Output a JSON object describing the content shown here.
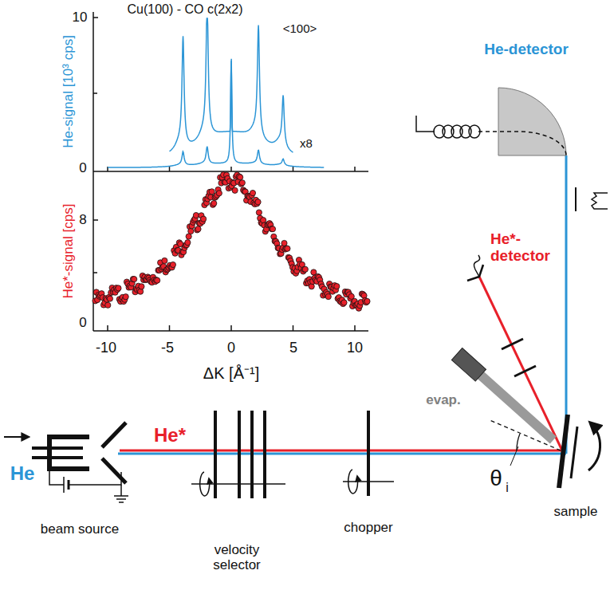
{
  "diagram": {
    "title": "Cu(100) - CO c(2x2)",
    "labels": [
      "<100>",
      "x8",
      "He-signal [10³ cps]",
      "10",
      "0",
      "He*-signal [cps]",
      "8",
      "0",
      "-10",
      "-5",
      "0",
      "5",
      "10",
      "ΔK [Å⁻¹]",
      "He-detector",
      "He*- detector",
      "He*",
      "He",
      "beam source",
      "velocity selector",
      "chopper",
      "evap.",
      "θ",
      "i",
      "sample"
    ]
  }
}
